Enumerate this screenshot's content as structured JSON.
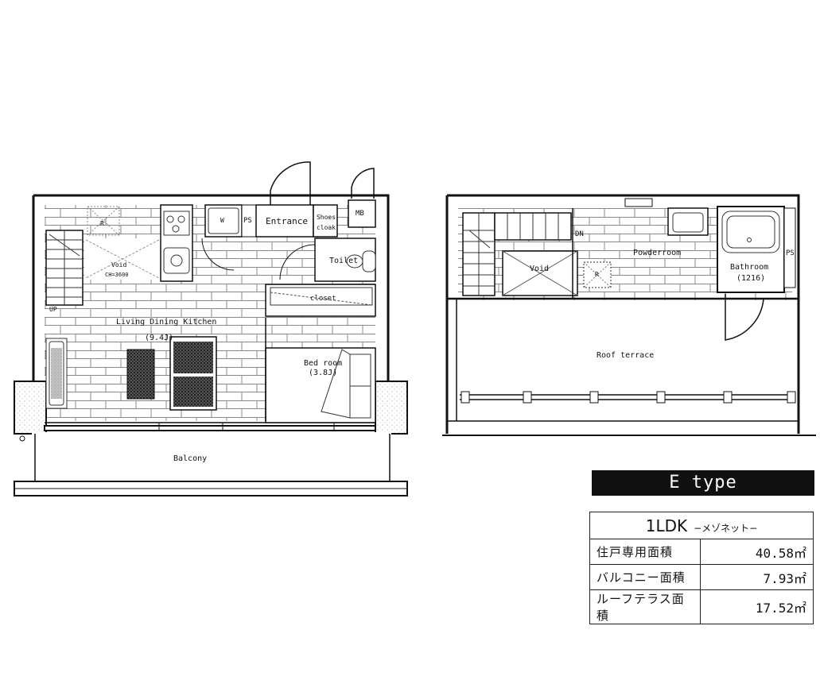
{
  "floor1": {
    "rooms": {
      "living": "Living Dining Kitchen",
      "living_size": "(9.4J)",
      "void": "Void",
      "void_height": "CH=3600",
      "entrance": "Entrance",
      "shoes": "Shoes",
      "cloak": "cloak",
      "mb": "MB",
      "ps": "PS",
      "w": "W",
      "r": "R",
      "toilet": "Toilet",
      "closet": "closet",
      "bedroom": "Bed room",
      "bedroom_size": "(3.8J)",
      "balcony": "Balcony",
      "up": "UP"
    }
  },
  "floor2": {
    "rooms": {
      "void": "Void",
      "dn": "DN",
      "powder": "Powderroom",
      "bathroom": "Bathroom",
      "bathroom_size": "(1216)",
      "ps": "PS",
      "r": "R",
      "roof": "Roof terrace"
    }
  },
  "banner": "E type",
  "specs": {
    "layout": "1LDK",
    "layout_note": "−メゾネット−",
    "rows": [
      {
        "label": "住戸専用面積",
        "value": "40.58㎡"
      },
      {
        "label": "バルコニー面積",
        "value": "7.93㎡"
      },
      {
        "label": "ルーフテラス面積",
        "value": "17.52㎡"
      }
    ]
  }
}
